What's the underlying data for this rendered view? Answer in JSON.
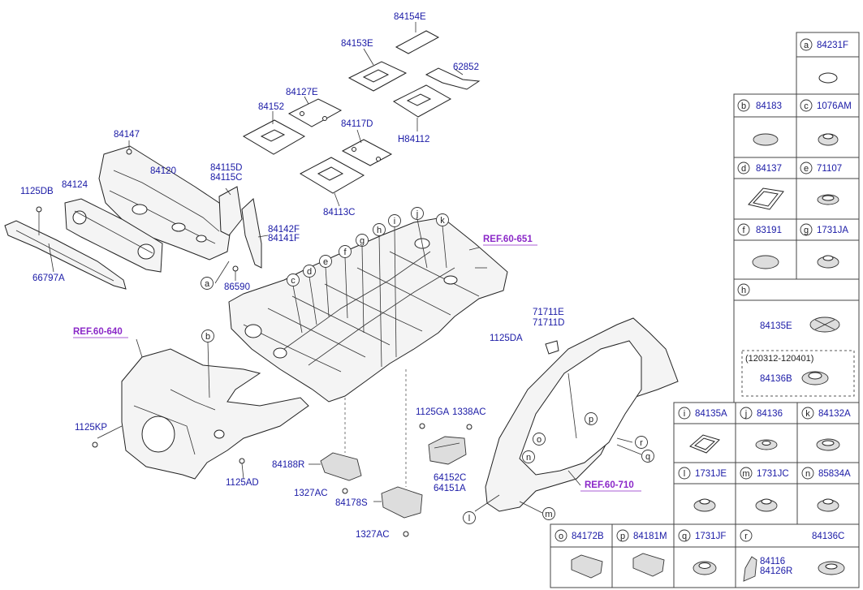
{
  "parts": {
    "p84154E": "84154E",
    "p84153E": "84153E",
    "p62852": "62852",
    "p84127E": "84127E",
    "p84152": "84152",
    "p84117D": "84117D",
    "pH84112": "H84112",
    "p84147": "84147",
    "p84120": "84120",
    "p84115D": "84115D",
    "p84115C": "84115C",
    "p84113C": "84113C",
    "p1125DB": "1125DB",
    "p84124": "84124",
    "p84142F": "84142F",
    "p84141F": "84141F",
    "p66797A": "66797A",
    "p86590": "86590",
    "p71711E": "71711E",
    "p71711D": "71711D",
    "p1125DA": "1125DA",
    "p1125KP": "1125KP",
    "p1125AD": "1125AD",
    "p1125GA": "1125GA",
    "p1338AC": "1338AC",
    "p84188R": "84188R",
    "p1327AC_1": "1327AC",
    "p84178S": "84178S",
    "p1327AC_2": "1327AC",
    "p64152C": "64152C",
    "p64151A": "64151A"
  },
  "refs": {
    "ref651": "REF.60-651",
    "ref640": "REF.60-640",
    "ref710": "REF.60-710"
  },
  "callouts": [
    "a",
    "b",
    "c",
    "d",
    "e",
    "f",
    "g",
    "h",
    "i",
    "j",
    "k",
    "l",
    "m",
    "n",
    "o",
    "p",
    "q",
    "r"
  ],
  "legend": {
    "a_letter": "a",
    "a_part": "84231F",
    "b_letter": "b",
    "b_part": "84183",
    "c_letter": "c",
    "c_part": "1076AM",
    "d_letter": "d",
    "d_part": "84137",
    "e_letter": "e",
    "e_part": "71107",
    "f_letter": "f",
    "f_part": "83191",
    "g_letter": "g",
    "g_part": "1731JA",
    "h_letter": "h",
    "h_part": "84135E",
    "h_range": "(120312-120401)",
    "h_part2": "84136B",
    "i_letter": "i",
    "i_part": "84135A",
    "j_letter": "j",
    "j_part": "84136",
    "k_letter": "k",
    "k_part": "84132A",
    "l_letter": "l",
    "l_part": "1731JE",
    "m_letter": "m",
    "m_part": "1731JC",
    "n_letter": "n",
    "n_part": "85834A",
    "o_letter": "o",
    "o_part": "84172B",
    "p_letter": "p",
    "p_part": "84181M",
    "q_letter": "q",
    "q_part": "1731JF",
    "r_letter": "r",
    "r_part": "84136C",
    "r_part2a": "84116",
    "r_part2b": "84126R"
  }
}
